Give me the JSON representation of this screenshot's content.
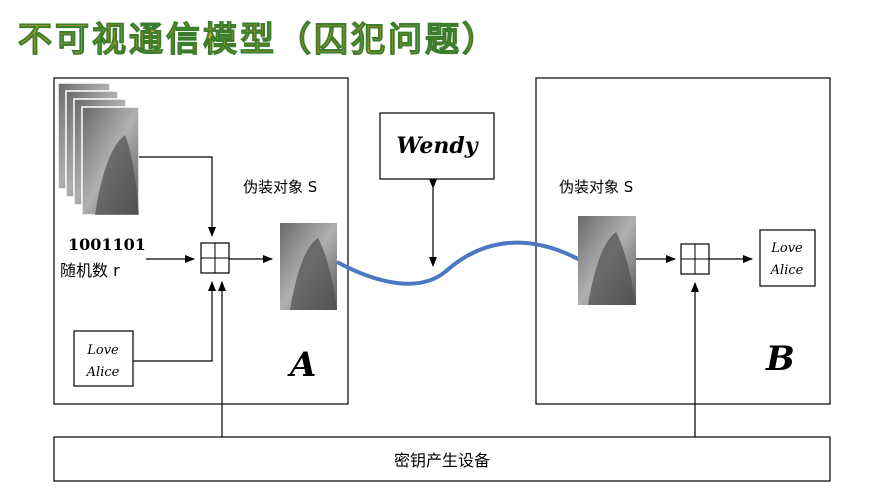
{
  "title": "不可视通信模型（囚犯问题）",
  "colors": {
    "title_fill": "#f5a623",
    "title_stroke": "#3a7d2c",
    "channel": "#4a78c2",
    "line": "#000000",
    "photo_dark": "#4f4f4f",
    "photo_light": "#bdbdbd"
  },
  "party_a": {
    "label": "A",
    "bits": "1001101",
    "random_label": "随机数 r",
    "message_line1": "Love",
    "message_line2": "Alice",
    "cover_label": "伪装对象 S"
  },
  "party_b": {
    "label": "B",
    "cover_label": "伪装对象 S",
    "message_line1": "Love",
    "message_line2": "Alice"
  },
  "warden": "Wendy",
  "key_device": "密钥产生设备"
}
